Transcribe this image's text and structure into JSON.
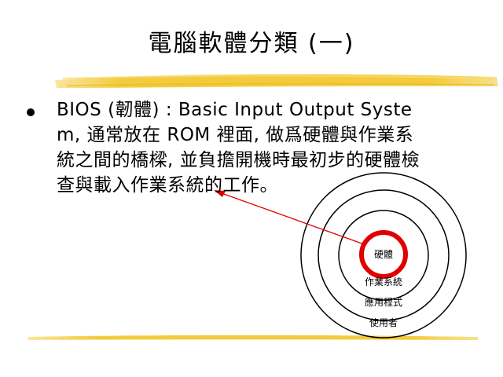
{
  "slide": {
    "title": "電腦軟體分類 (一)",
    "body_lines": [
      "BIOS (韌體) : Basic Input Output Syste",
      "m, 通常放在 ROM 裡面, 做爲硬體與作業系",
      "統之間的橋樑, 並負擔開機時最初步的硬體檢",
      "查與載入作業系統的工作。"
    ]
  },
  "diagram": {
    "rings": [
      "硬體",
      "作業系統",
      "應用程式",
      "使用者"
    ],
    "highlight_color": "#e00000",
    "arrow_color": "#e00000"
  },
  "colors": {
    "highlighter": "#f2c832",
    "text": "#000000"
  }
}
